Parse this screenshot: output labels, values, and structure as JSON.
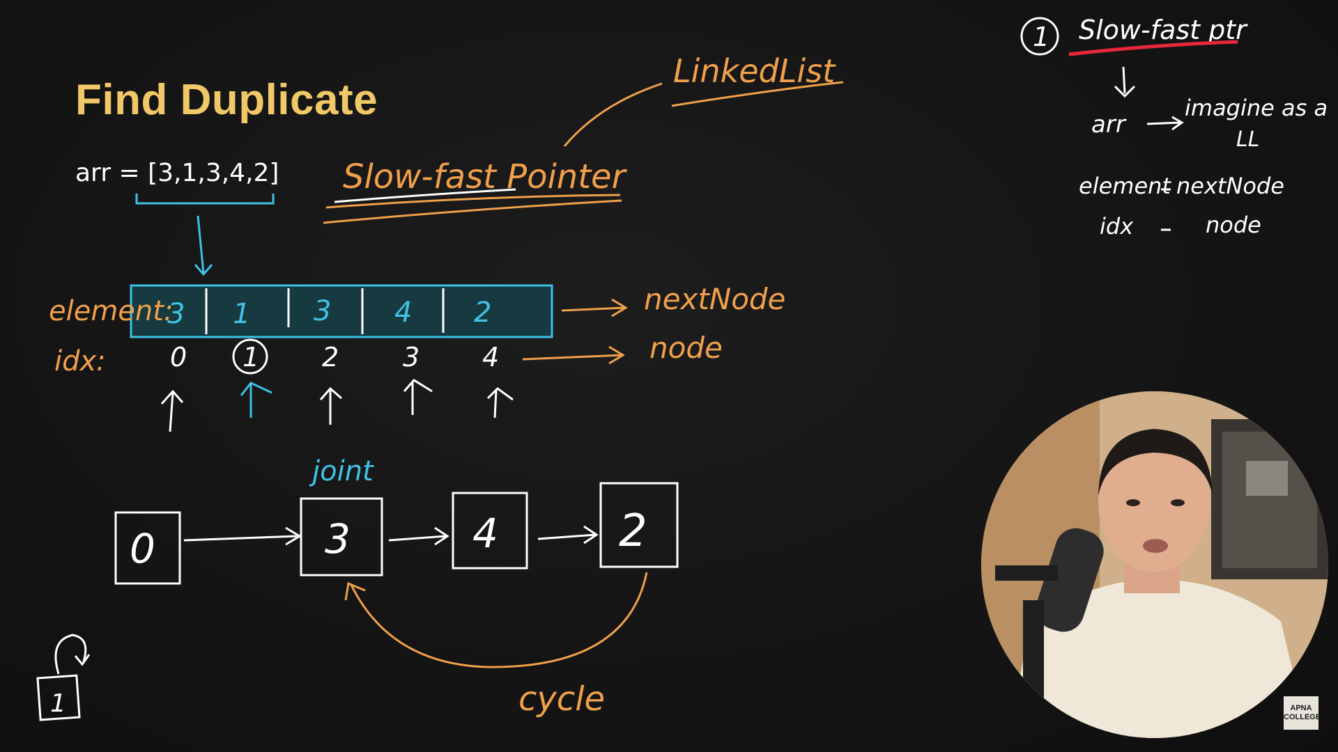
{
  "title": "Find Duplicate",
  "array_expr": "arr = [3,1,3,4,2]",
  "heading": {
    "slow_fast_pointer": "Slow-fast Pointer",
    "linkedlist": "LinkedList"
  },
  "array": {
    "element_label": "element:",
    "idx_label": "idx:",
    "elements": [
      "3",
      "1",
      "3",
      "4",
      "2"
    ],
    "indices": [
      "0",
      "1",
      "2",
      "3",
      "4"
    ],
    "element_note": "nextNode",
    "idx_note": "node"
  },
  "graph": {
    "nodes": [
      "0",
      "3",
      "4",
      "2"
    ],
    "joint_label": "joint",
    "cycle_label": "cycle",
    "self_loop_node": "1"
  },
  "notes": {
    "number": "1",
    "line1": "Slow-fast ptr",
    "line2_left": "arr",
    "line2_right": "imagine as a",
    "line2_sub": "LL",
    "line3_left": "element",
    "line3_right": "nextNode",
    "line4_left": "idx",
    "line4_right": "node"
  },
  "logo": {
    "line1": "APNA",
    "line2": "COLLEGE"
  },
  "colors": {
    "orange": "#f0a04b",
    "cyan": "#3fc2e6",
    "title": "#f1c868",
    "red": "#e8283a"
  }
}
